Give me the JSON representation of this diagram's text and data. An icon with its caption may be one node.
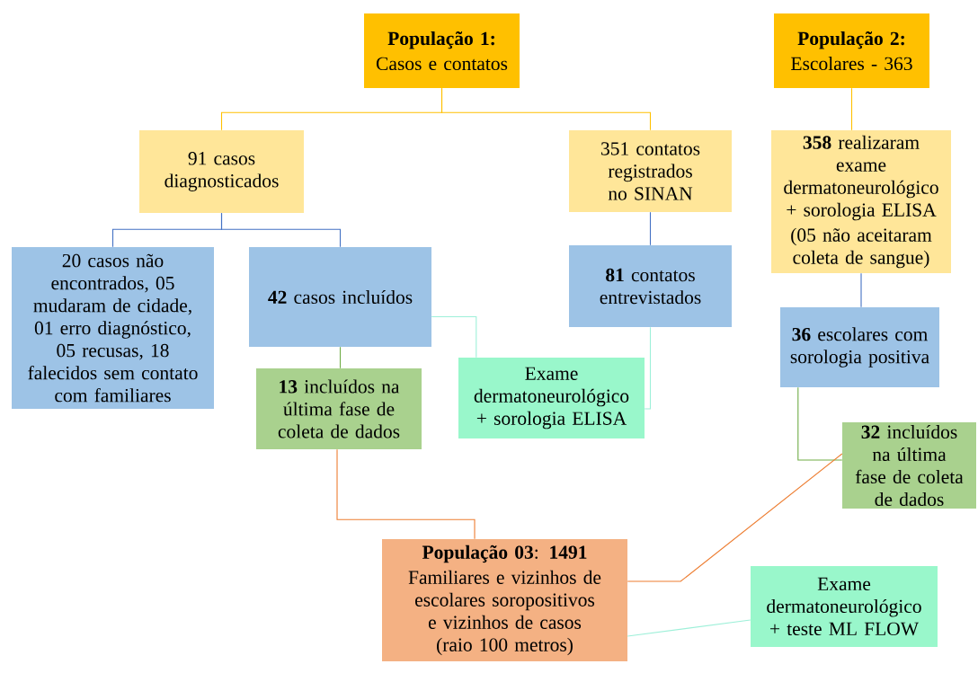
{
  "diagram": {
    "nodes": [
      {
        "text": [
          "População 1:",
          "Casos e contatos"
        ]
      },
      {
        "text": [
          "População 2:",
          "Escolares - 363"
        ]
      },
      {
        "text": [
          "91 casos diagnosticados"
        ]
      },
      {
        "text": [
          "351 contatos registrados no SINAN"
        ]
      },
      {
        "text": [
          "**358** realizaram exame dermatoneurológico + sorologia ELISA",
          "(05 não aceitaram coleta de sangue)"
        ]
      },
      {
        "text": [
          "20 casos não encontrados, 05 mudaram de cidade, 01 erro diagnóstico, 05 recusas, 18 falecidos sem contato com familiares"
        ]
      },
      {
        "text": [
          "**42** casos incluídos"
        ]
      },
      {
        "text": [
          "**81** contatos entrevistados"
        ]
      },
      {
        "text": [
          "**36** escolares com sorologia positiva"
        ]
      },
      {
        "text": [
          "**13** incluídos na última fase de coleta de dados"
        ]
      },
      {
        "text": [
          "Exame dermatoneurológico + sorologia ELISA"
        ]
      },
      {
        "text": [
          "**32** incluídos na última fase de coleta de dados"
        ]
      },
      {
        "text": [
          "**População 03**: **1491**",
          "Familiares e vizinhos de escolares soropositivos e vizinhos de casos (raio 100 metros)"
        ]
      },
      {
        "text": [
          "Exame dermatoneurológico + teste ML FLOW"
        ]
      }
    ],
    "edges": [
      {
        "from": 0,
        "to": 2,
        "arrow": "none",
        "color": "#ffc000"
      },
      {
        "from": 0,
        "to": 3,
        "arrow": "none",
        "color": "#ffc000"
      },
      {
        "from": 1,
        "to": 4,
        "arrow": "none",
        "color": "#ffc000"
      },
      {
        "from": 2,
        "to": 5,
        "arrow": "none",
        "color": "#4472c4"
      },
      {
        "from": 2,
        "to": 6,
        "arrow": "none",
        "color": "#4472c4"
      },
      {
        "from": 3,
        "to": 7,
        "arrow": "none",
        "color": "#4472c4"
      },
      {
        "from": 4,
        "to": 8,
        "arrow": "none",
        "color": "#4472c4"
      },
      {
        "from": 6,
        "to": 9,
        "arrow": "none",
        "color": "#70ad47"
      },
      {
        "from": 6,
        "to": 10,
        "arrow": "none",
        "color": "#9ef0d9"
      },
      {
        "from": 7,
        "to": 10,
        "arrow": "none",
        "color": "#9ef0d9"
      },
      {
        "from": 8,
        "to": 11,
        "arrow": "none",
        "color": "#70ad47"
      },
      {
        "from": 9,
        "to": 12,
        "arrow": "none",
        "color": "#ed7d31"
      },
      {
        "from": 12,
        "to": 11,
        "arrow": "none",
        "color": "#ed7d31"
      },
      {
        "from": 12,
        "to": 13,
        "arrow": "none",
        "color": "#9ef0d9"
      }
    ]
  }
}
